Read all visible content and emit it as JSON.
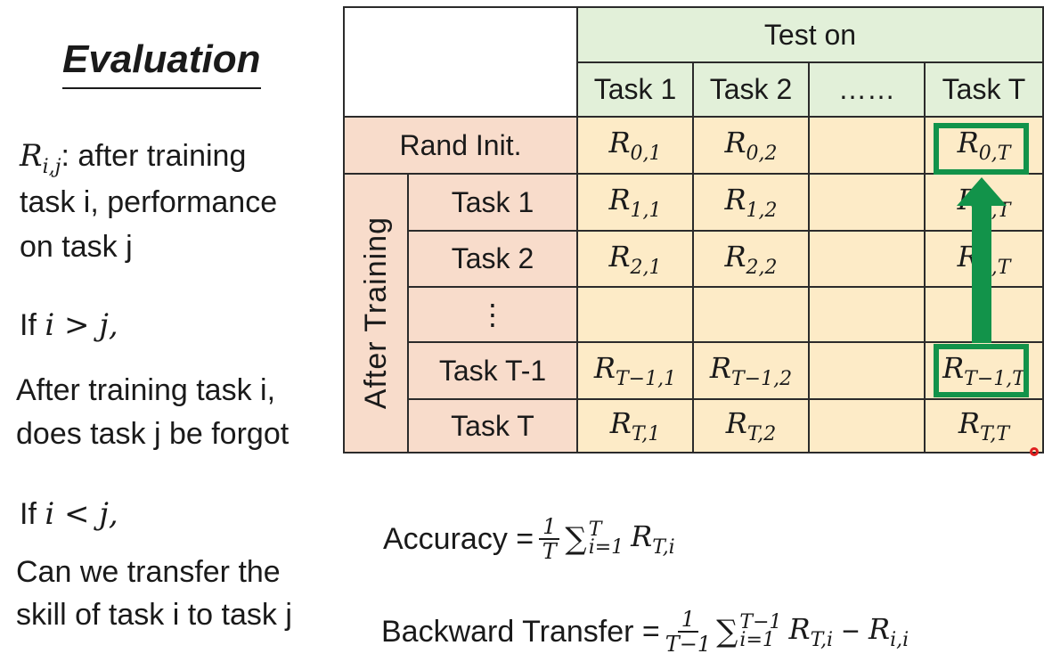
{
  "title": "Evaluation",
  "definition": {
    "var": "R",
    "var_sub": "i,j",
    "text_line1": ": after training",
    "text_line2": "task i, performance",
    "text_line3": "on task j"
  },
  "case1": {
    "if": "If",
    "cond": "i > j,",
    "line1": "After training task i,",
    "line2": "does task j be forgot"
  },
  "case2": {
    "if": "If",
    "cond": "i < j,",
    "line1": "Can we transfer the",
    "line2": "skill of task i to task j"
  },
  "table": {
    "test_on": "Test on",
    "columns": [
      "Task 1",
      "Task 2",
      "……",
      "Task T"
    ],
    "after_training": "After Training",
    "rand_init": "Rand Init.",
    "row_labels": [
      "Task 1",
      "Task 2",
      "⋮",
      "Task T-1",
      "Task T"
    ],
    "rows": [
      [
        {
          "b": "R",
          "s": "0,1"
        },
        {
          "b": "R",
          "s": "0,2"
        },
        {
          "b": "",
          "s": ""
        },
        {
          "b": "R",
          "s": "0,T"
        }
      ],
      [
        {
          "b": "R",
          "s": "1,1"
        },
        {
          "b": "R",
          "s": "1,2"
        },
        {
          "b": "",
          "s": ""
        },
        {
          "b": "R",
          "s": "1,T"
        }
      ],
      [
        {
          "b": "R",
          "s": "2,1"
        },
        {
          "b": "R",
          "s": "2,2"
        },
        {
          "b": "",
          "s": ""
        },
        {
          "b": "R",
          "s": "2,T"
        }
      ],
      [
        {
          "b": "",
          "s": ""
        },
        {
          "b": "",
          "s": ""
        },
        {
          "b": "",
          "s": ""
        },
        {
          "b": "",
          "s": ""
        }
      ],
      [
        {
          "b": "R",
          "s": "T−1,1"
        },
        {
          "b": "R",
          "s": "T−1,2"
        },
        {
          "b": "",
          "s": ""
        },
        {
          "b": "R",
          "s": "T−1,T"
        }
      ],
      [
        {
          "b": "R",
          "s": "T,1"
        },
        {
          "b": "R",
          "s": "T,2"
        },
        {
          "b": "",
          "s": ""
        },
        {
          "b": "R",
          "s": "T,T"
        }
      ]
    ]
  },
  "formulas": {
    "accuracy_label": "Accuracy =",
    "accuracy_frac_num": "1",
    "accuracy_frac_den": "T",
    "accuracy_sum_upper": "T",
    "accuracy_sum_lower": "i=1",
    "accuracy_term": "R",
    "accuracy_term_sub": "T,i",
    "bwt_label": "Backward Transfer =",
    "bwt_frac_num": "1",
    "bwt_frac_den": "T−1",
    "bwt_sum_upper": "T−1",
    "bwt_sum_lower": "i=1",
    "bwt_term1": "R",
    "bwt_term1_sub": "T,i",
    "bwt_minus": "−",
    "bwt_term2": "R",
    "bwt_term2_sub": "i,i"
  },
  "colors": {
    "header_green": "#e2f0d9",
    "row_orange": "#f8dccb",
    "cell_yellow": "#fdebc7",
    "highlight_green": "#12934a"
  }
}
